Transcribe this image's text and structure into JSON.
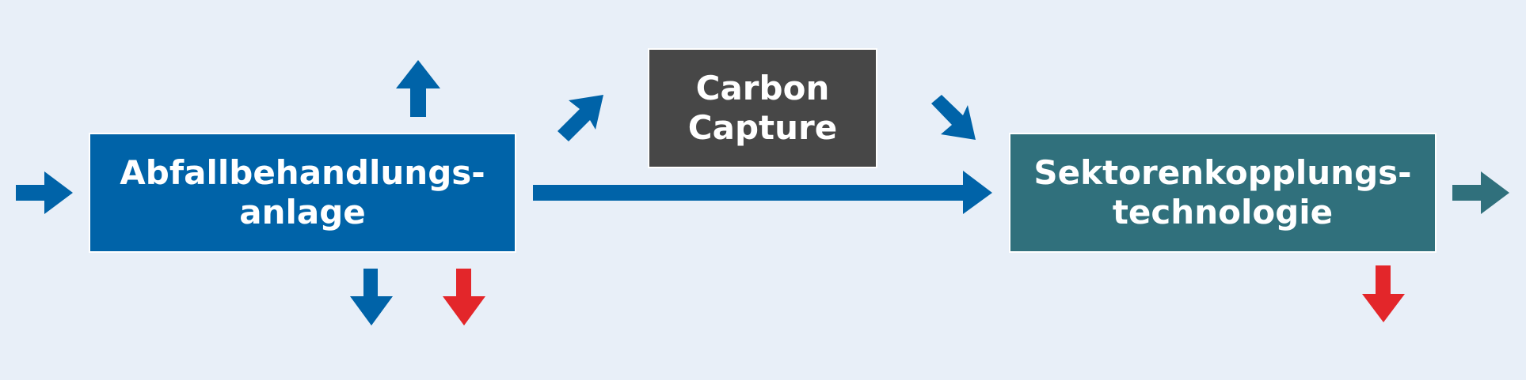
{
  "colors": {
    "background": "#e8eff8",
    "blue": "#0063a8",
    "red": "#e3262a",
    "teal": "#30707c",
    "dark_gray": "#474747"
  },
  "nodes": {
    "waste_plant": {
      "line1": "Abfallbehandlungs-",
      "line2": "anlage"
    },
    "carbon_capture": {
      "line1": "Carbon",
      "line2": "Capture"
    },
    "sector_coupling": {
      "line1": "Sektorenkopplungs-",
      "line2": "technologie"
    }
  }
}
